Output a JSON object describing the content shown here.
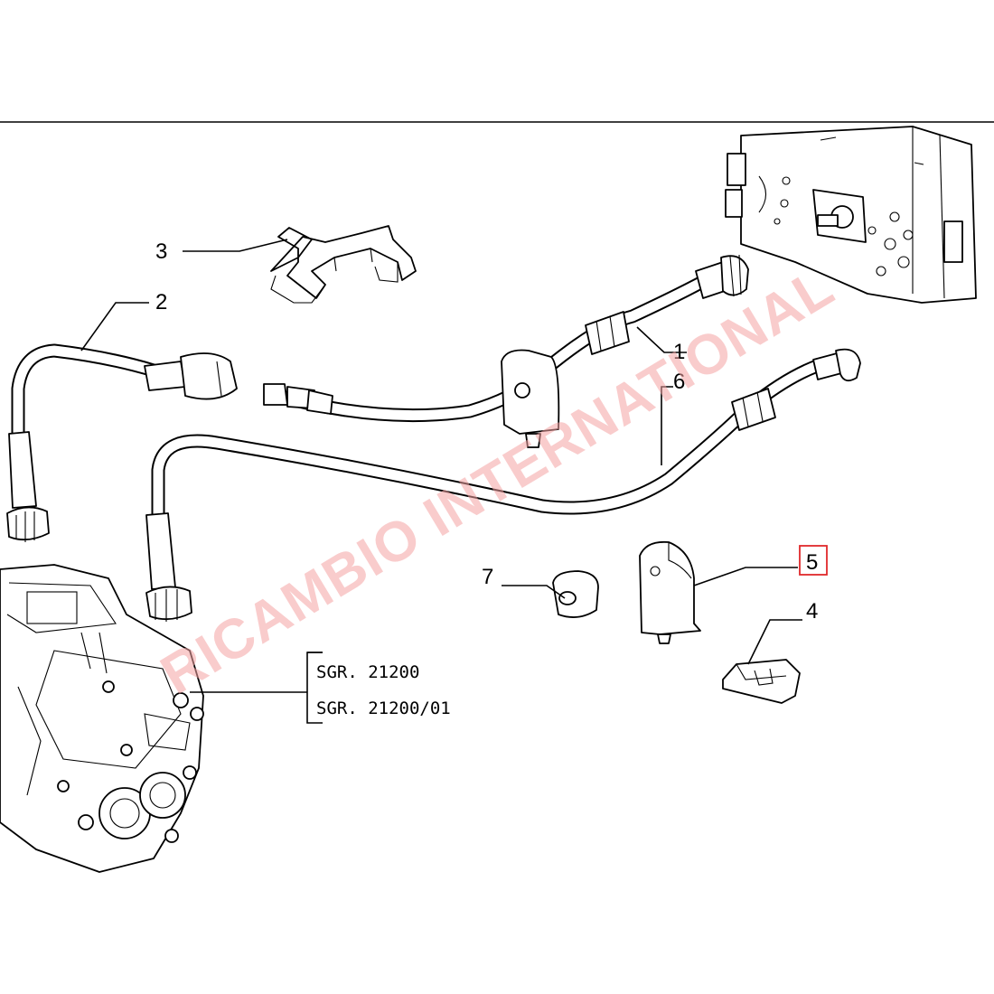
{
  "parts": [
    {
      "id": "1",
      "label": "1"
    },
    {
      "id": "2",
      "label": "2"
    },
    {
      "id": "3",
      "label": "3"
    },
    {
      "id": "4",
      "label": "4"
    },
    {
      "id": "5",
      "label": "5",
      "highlighted": true
    },
    {
      "id": "6",
      "label": "6"
    },
    {
      "id": "7",
      "label": "7"
    }
  ],
  "references": [
    "SGR. 21200",
    "SGR. 21200/01"
  ],
  "watermark": "RICAMBIO INTERNATIONAL",
  "colors": {
    "line": "#000000",
    "highlight": "#e0292b",
    "watermark": "#f4a3a3",
    "background": "#ffffff"
  }
}
